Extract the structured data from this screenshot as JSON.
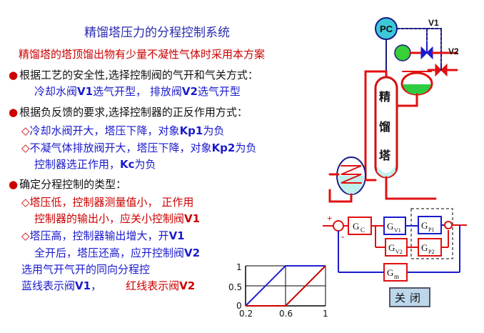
{
  "title": "精馏塔压力的分程控制系统",
  "subtitle": "精馏塔的塔顶馏出物有少量不凝性气体时采用本方案",
  "sections": [
    {
      "heading": "根据工艺的安全性,选择控制阀的气开和气关方式：",
      "lines": [
        {
          "a": "冷却水阀",
          "a_bold": "V1",
          "b": "选气开型，   排放阀",
          "b_bold": "V2",
          "c": "选气开型"
        }
      ]
    },
    {
      "heading": "根据负反馈的要求,选择控制器的正反作用方式：",
      "items": [
        {
          "text1": "冷却水阀开大，塔压下降，对象",
          "bold1": "Kp1",
          "text2": "为负"
        },
        {
          "text1": "不凝气体排放阀开大，塔压下降，对象",
          "bold1": "Kp2",
          "text2": "为负"
        },
        {
          "text1": "控制器选正作用，",
          "bold1": "Kc",
          "text2": "为负"
        }
      ]
    },
    {
      "heading": "确定分程控制的类型：",
      "items": [
        {
          "text1": "塔压低，控制器测量值小， 正作用"
        },
        {
          "text1": "控制器的输出小，应关小控制阀",
          "bold1": "V1"
        },
        {
          "text1": "塔压高，控制器输出增大，开",
          "bold1": "V1"
        },
        {
          "text1": "全开后，塔压还高，应开控制阀",
          "bold1": "V2"
        }
      ]
    }
  ],
  "summary": {
    "line1": "选用气开气开的同向分程控",
    "line2_a": "蓝线表示阀",
    "line2_a_bold": "V1",
    "line2_a_tail": "，",
    "line2_b": "红线表示阀",
    "line2_b_bold": "V2"
  },
  "chart_data": {
    "type": "line",
    "x_ticks": [
      "0.2",
      "0.6",
      "1"
    ],
    "y_ticks": [
      "0",
      "0.5",
      "1"
    ],
    "xlim": [
      0.2,
      1
    ],
    "ylim": [
      0,
      1
    ],
    "series": [
      {
        "color": "#2020cc",
        "points": [
          [
            0.2,
            0
          ],
          [
            0.6,
            1
          ],
          [
            1,
            1
          ]
        ]
      },
      {
        "color": "#cc0000",
        "points": [
          [
            0.2,
            0
          ],
          [
            0.6,
            0
          ],
          [
            1,
            1
          ]
        ]
      }
    ]
  },
  "process": {
    "controller_label": "PC",
    "valve1_label": "V1",
    "valve2_label": "V2",
    "column_label": [
      "精",
      "馏",
      "塔"
    ]
  },
  "block_diagram": {
    "sum_plus": "+",
    "sum_minus": "-",
    "gc": "G",
    "gc_sub": "C",
    "gv1": "G",
    "gv1_sub": "V1",
    "gp1": "G",
    "gp1_sub": "P1",
    "gv2": "G",
    "gv2_sub": "V2",
    "gp2": "G",
    "gp2_sub": "P2",
    "gm": "G",
    "gm_sub": "m"
  },
  "close_button": "关闭",
  "colors": {
    "blue": "#1a1acc",
    "red": "#cc0000",
    "pipe": "#e01010"
  }
}
